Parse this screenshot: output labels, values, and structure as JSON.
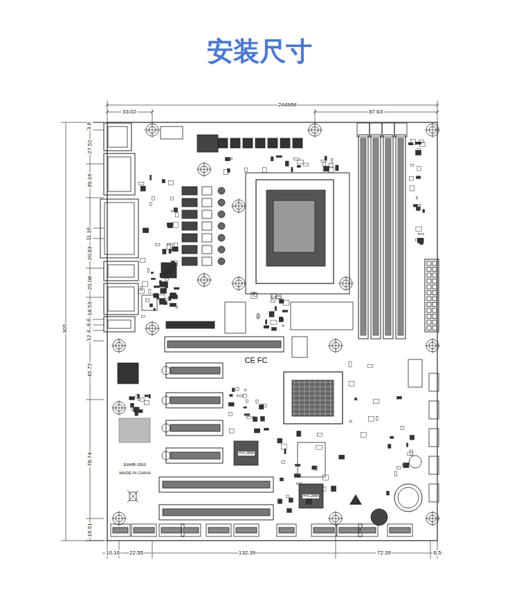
{
  "diagram": {
    "title": "安装尺寸",
    "labels": [
      "244MM",
      "33.02",
      "87.63",
      "3.8",
      "27.52",
      "39.16",
      "11.16",
      "20.83",
      "20.08",
      "18.53",
      "6.6",
      "12.4",
      "45.72",
      "78.74",
      "16.51",
      "305",
      "10.16",
      "22.55",
      "132.39",
      "72.39",
      "6.5",
      "CE FC",
      "EAMB-1810",
      "MADE IN CHINA",
      "H=1.2MM",
      "H=1.2MM"
    ]
  }
}
